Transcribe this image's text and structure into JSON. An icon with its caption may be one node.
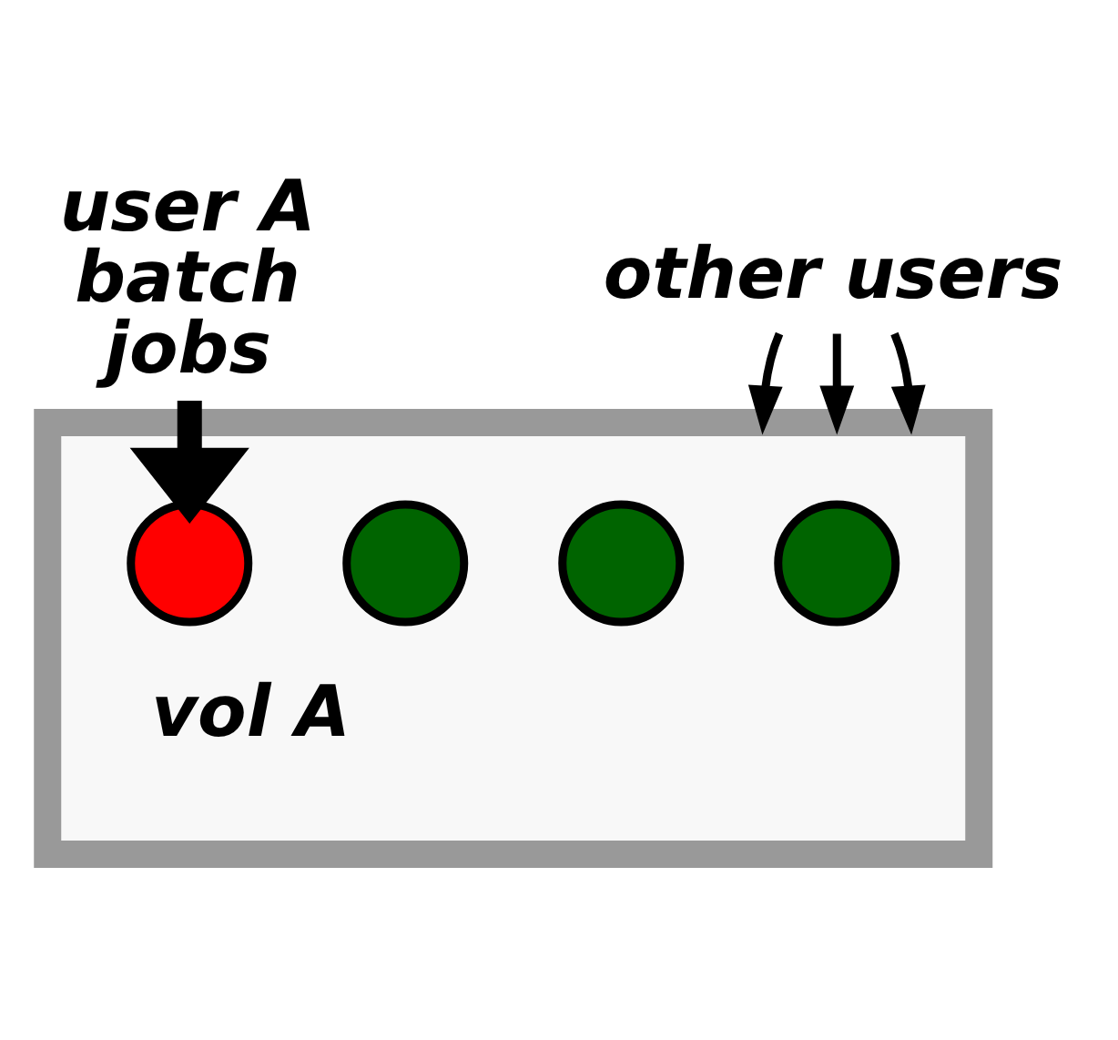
{
  "diagram": {
    "nodes": [
      {
        "text": [],
        "shape": "box"
      },
      {
        "text": [
          "user A batch jobs"
        ]
      },
      {
        "text": [],
        "shape": "circle",
        "beside": [
          "vol A"
        ],
        "in": 0
      },
      {
        "text": [
          "other users"
        ]
      },
      {
        "text": [],
        "shape": "circle",
        "in": 0
      },
      {
        "text": [],
        "shape": "circle",
        "in": 0
      },
      {
        "text": [],
        "shape": "circle",
        "in": 0
      }
    ],
    "edges": [
      {
        "from": 1,
        "to": 2,
        "arrow": "to",
        "style": "thick"
      },
      {
        "from": 3,
        "to": 0,
        "arrow": "to"
      },
      {
        "from": 3,
        "to": 0,
        "arrow": "to"
      },
      {
        "from": 3,
        "to": 0,
        "arrow": "to"
      }
    ]
  }
}
